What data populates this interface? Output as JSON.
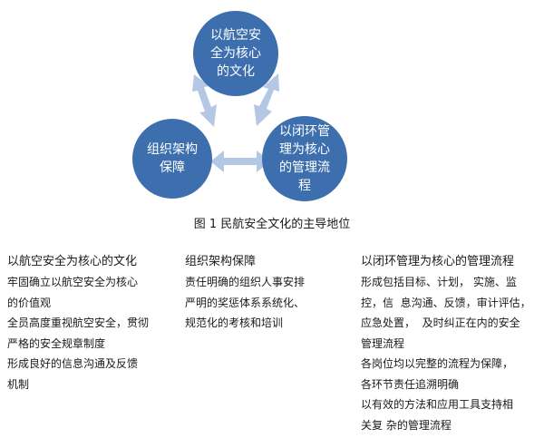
{
  "diagram": {
    "top_circle": "以航空安\n全为核心\n的文化",
    "left_circle": "组织架构\n保障",
    "right_circle": "以闭环管\n理为核心\n的管理流\n程",
    "colors": {
      "circle": "#3d6fae",
      "arrow": "#b4c7e4",
      "text": "#ffffff"
    }
  },
  "caption": "图 1 民航安全文化的主导地位",
  "columns": [
    {
      "heading": "以航空安全为核心的文化",
      "lines": [
        "牢固确立以航空安全为核心",
        "的价值观",
        "全员高度重视航空安全，贯彻",
        "严格的安全规章制度",
        "形成良好的信息沟通及反馈",
        "机制"
      ]
    },
    {
      "heading": "组织架构保障",
      "lines": [
        "责任明确的组织人事安排",
        "严明的奖惩体系系统化、",
        "规范化的考核和培训"
      ]
    },
    {
      "heading": "以闭环管理为核心的管理流程",
      "lines": [
        "形成包括目标、计划， 实施、监",
        "控，信  息沟通、反馈，审计评估，",
        "应急处置，  及时纠正在内的安全",
        "管理流程",
        "各岗位均以完整的流程为保障，",
        "各环节责任追溯明确",
        "以有效的方法和应用工具支持相",
        "关复 杂的管理流程"
      ]
    }
  ]
}
